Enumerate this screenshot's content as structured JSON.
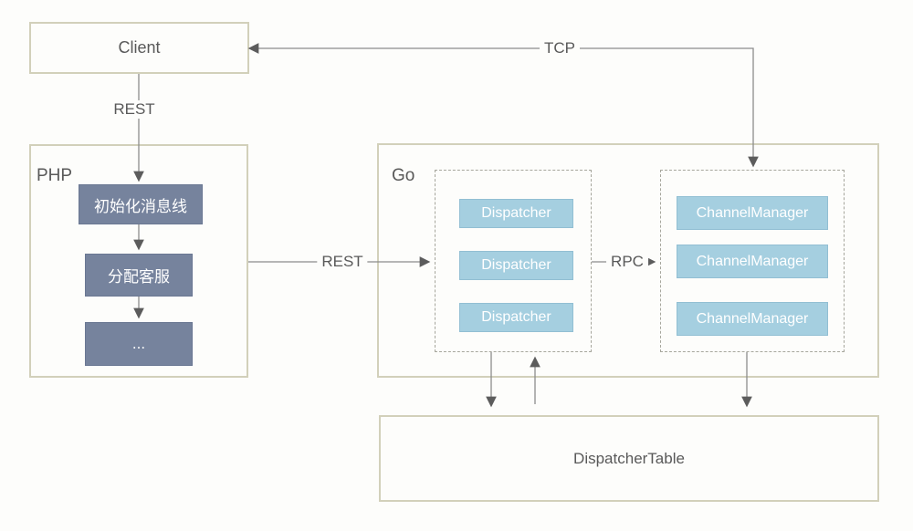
{
  "diagram": {
    "client": {
      "label": "Client"
    },
    "php": {
      "label": "PHP",
      "steps": [
        "初始化消息线",
        "分配客服",
        "..."
      ]
    },
    "go": {
      "label": "Go",
      "dispatchers": [
        "Dispatcher",
        "Dispatcher",
        "Dispatcher"
      ],
      "channel_managers": [
        "ChannelManager",
        "ChannelManager",
        "ChannelManager"
      ]
    },
    "dispatcher_table": {
      "label": "DispatcherTable"
    },
    "edges": {
      "client_php": "REST",
      "php_dispatcher": "REST",
      "dispatcher_channel": "RPC",
      "channel_client": "TCP"
    },
    "colors": {
      "frame_border": "#d2d0ba",
      "dashed_border": "#a6a69c",
      "connector_line": "#8c8c8c",
      "arrowhead": "#5c5c5c",
      "label_text": "#595959",
      "node_blue_fill": "#a5cfe0",
      "node_blue_border": "#92bfd3",
      "node_slate_fill": "#76839d",
      "node_slate_border": "#6a7792",
      "node_text": "#ffffff",
      "background": "#fdfdfb"
    }
  }
}
